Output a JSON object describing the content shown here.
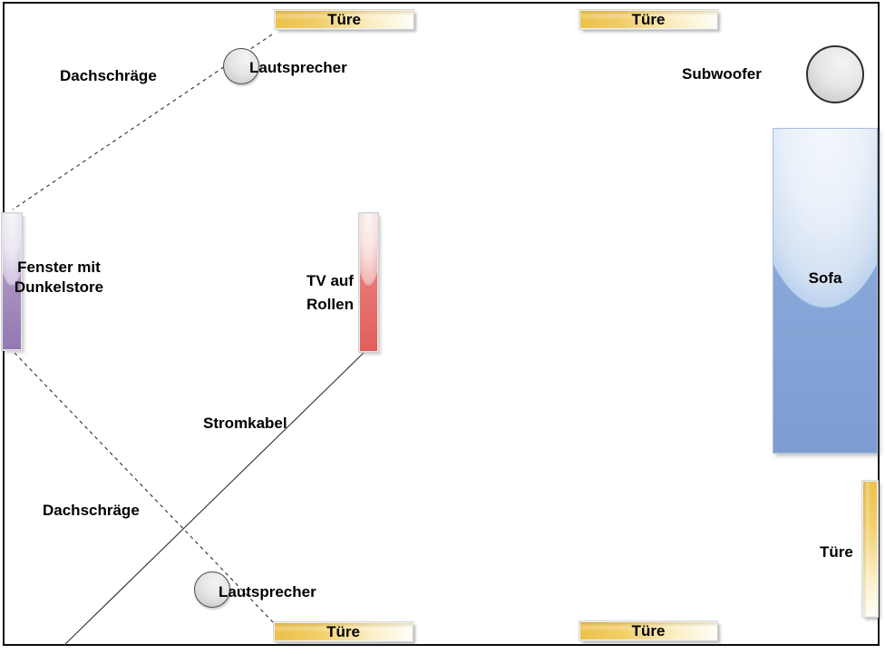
{
  "room": {
    "doors": {
      "top_left": "Türe",
      "top_right": "Türe",
      "bottom_left": "Türe",
      "bottom_middle": "Türe",
      "right": "Türe"
    },
    "furniture": {
      "sofa": "Sofa",
      "subwoofer": "Subwoofer",
      "speaker_top": "Lautsprecher",
      "speaker_bottom": "Lautsprecher",
      "tv_line1": "TV auf",
      "tv_line2": "Rollen",
      "window_line1": "Fenster mit",
      "window_line2": "Dunkelstore"
    },
    "annotations": {
      "roof_slope_top": "Dachschräge",
      "roof_slope_bottom": "Dachschräge",
      "power_cable": "Stromkabel"
    },
    "colors": {
      "door_gold": "#ECC14A",
      "window_purple": "#9378B2",
      "tv_red": "#E05E5C",
      "sofa_blue": "#7D9DD2",
      "speaker_gray": "#D2D2D2",
      "wall_black": "#0D0D0D",
      "line_gray": "#3C3C3C"
    }
  }
}
